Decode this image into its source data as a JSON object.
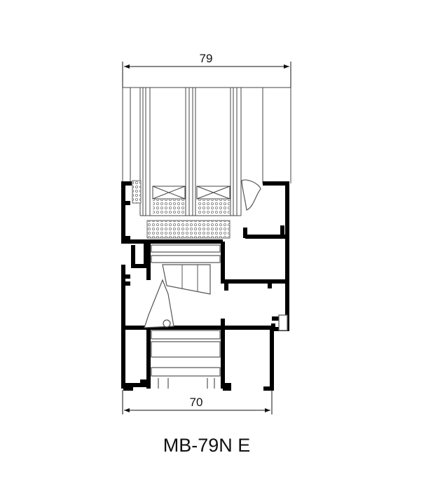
{
  "drawing": {
    "title": "MB-79N E",
    "dimension_top": "79",
    "dimension_bottom": "70"
  }
}
